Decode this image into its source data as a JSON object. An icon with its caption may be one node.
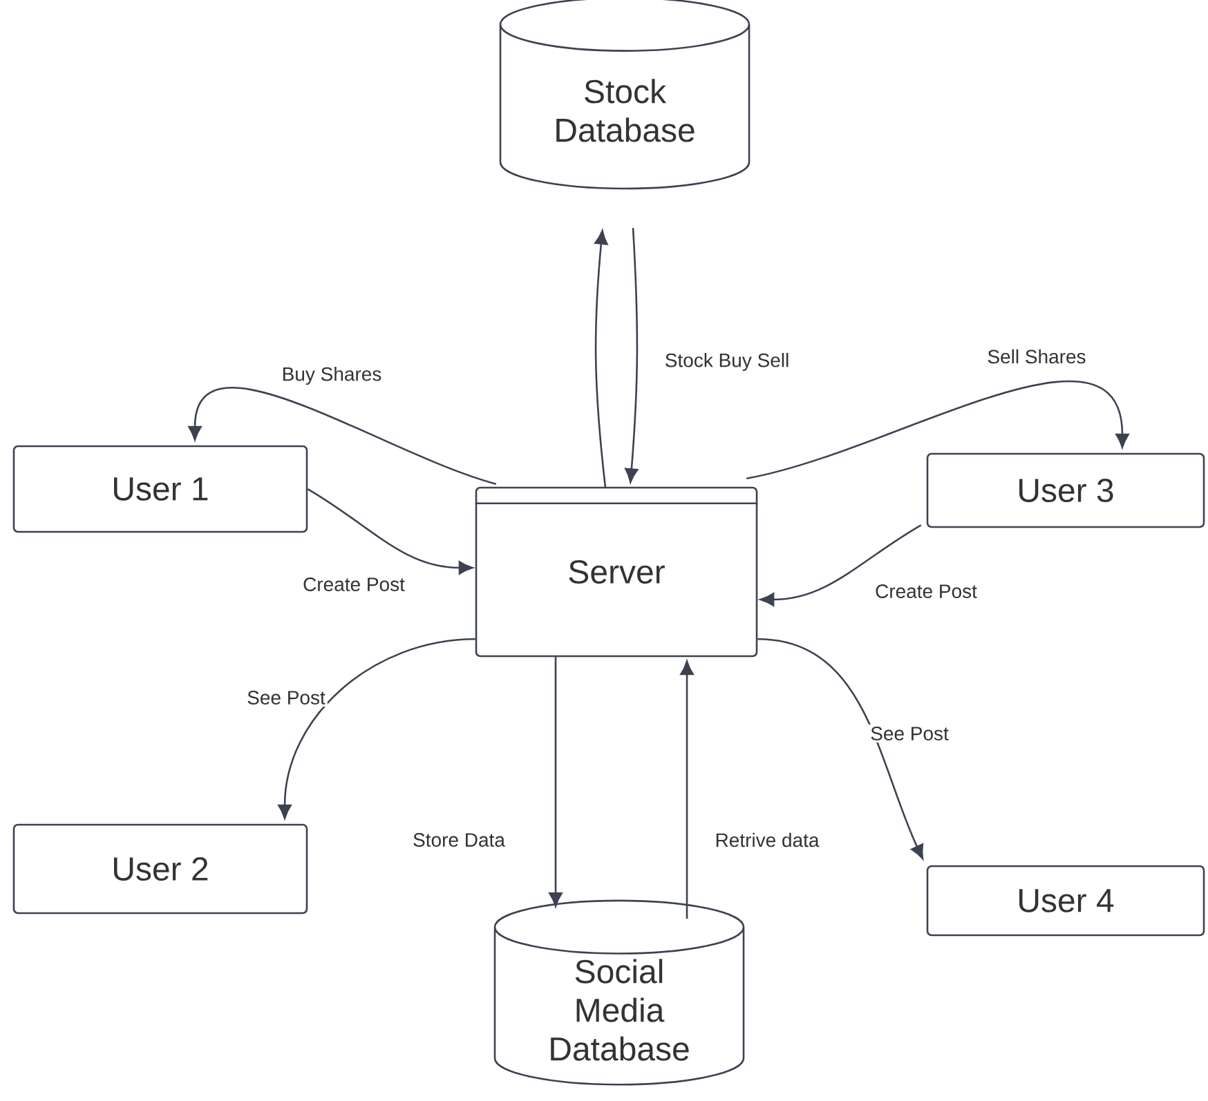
{
  "diagram": {
    "nodes": [
      {
        "text": [
          "Stock Database"
        ]
      },
      {
        "text": [
          "User 1"
        ]
      },
      {
        "text": [
          "Server"
        ]
      },
      {
        "text": [
          "User 3"
        ]
      },
      {
        "text": [
          "User 2"
        ]
      },
      {
        "text": [
          "User 4"
        ]
      },
      {
        "text": [
          "Social Media Database"
        ]
      }
    ],
    "edges": [
      {
        "from": 2,
        "to": 0,
        "arrow": "to"
      },
      {
        "from": 0,
        "to": 2,
        "arrow": "to",
        "label": "Stock Buy Sell"
      },
      {
        "from": 2,
        "to": 1,
        "arrow": "to",
        "label": "Buy Shares"
      },
      {
        "from": 2,
        "to": 3,
        "arrow": "to",
        "label": "Sell Shares"
      },
      {
        "from": 1,
        "to": 2,
        "arrow": "to",
        "label": "Create Post"
      },
      {
        "from": 3,
        "to": 2,
        "arrow": "to",
        "label": "Create Post"
      },
      {
        "from": 2,
        "to": 4,
        "arrow": "to",
        "label": "See Post"
      },
      {
        "from": 2,
        "to": 5,
        "arrow": "to",
        "label": "See Post"
      },
      {
        "from": 2,
        "to": 6,
        "arrow": "to",
        "label": "Store Data"
      },
      {
        "from": 6,
        "to": 2,
        "arrow": "to",
        "label": "Retrive data"
      }
    ]
  }
}
